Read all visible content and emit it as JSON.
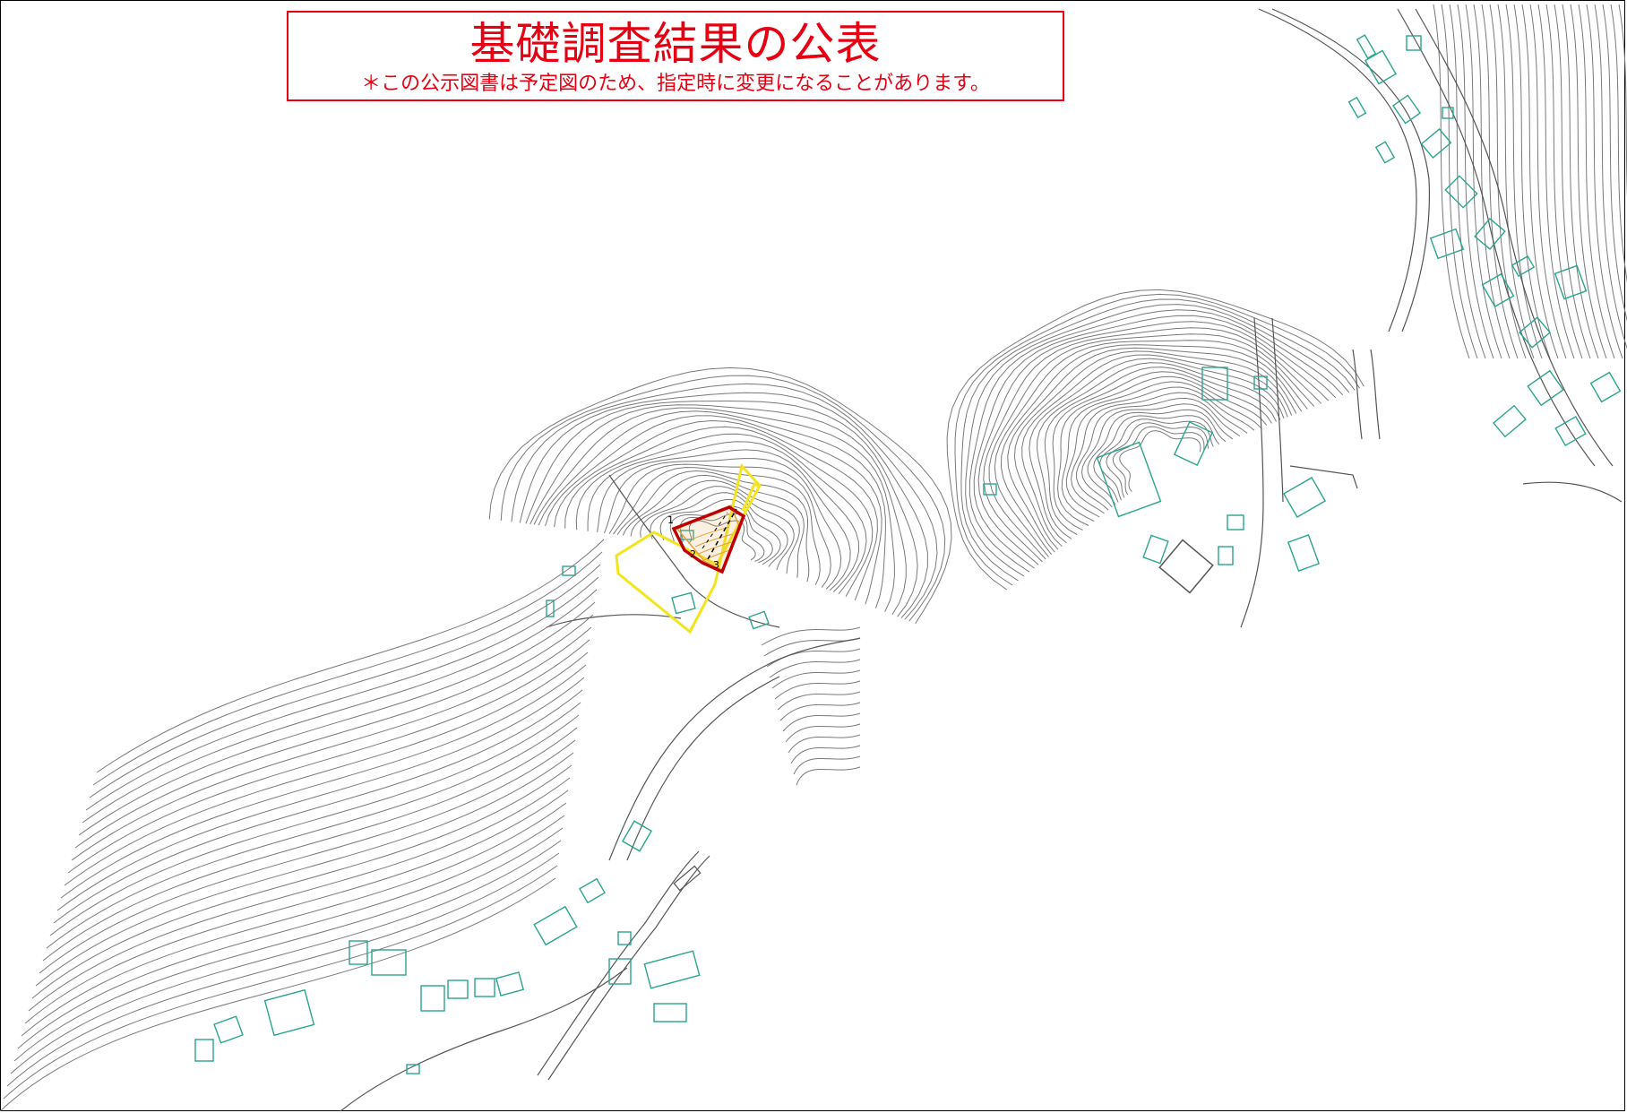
{
  "title": {
    "main": "基礎調査結果の公表",
    "note": "＊この公示図書は予定図のため、指定時に変更になることがあります。"
  },
  "markers": {
    "point_1": "1",
    "point_2": "2",
    "point_3": "3"
  },
  "colors": {
    "title_red": "#e60012",
    "zone_yellow": "#f2e51e",
    "zone_red": "#c00000",
    "zone_orange": "#e3a13a",
    "building_green": "#2aa58f",
    "contour_gray": "#7a7a7a"
  }
}
